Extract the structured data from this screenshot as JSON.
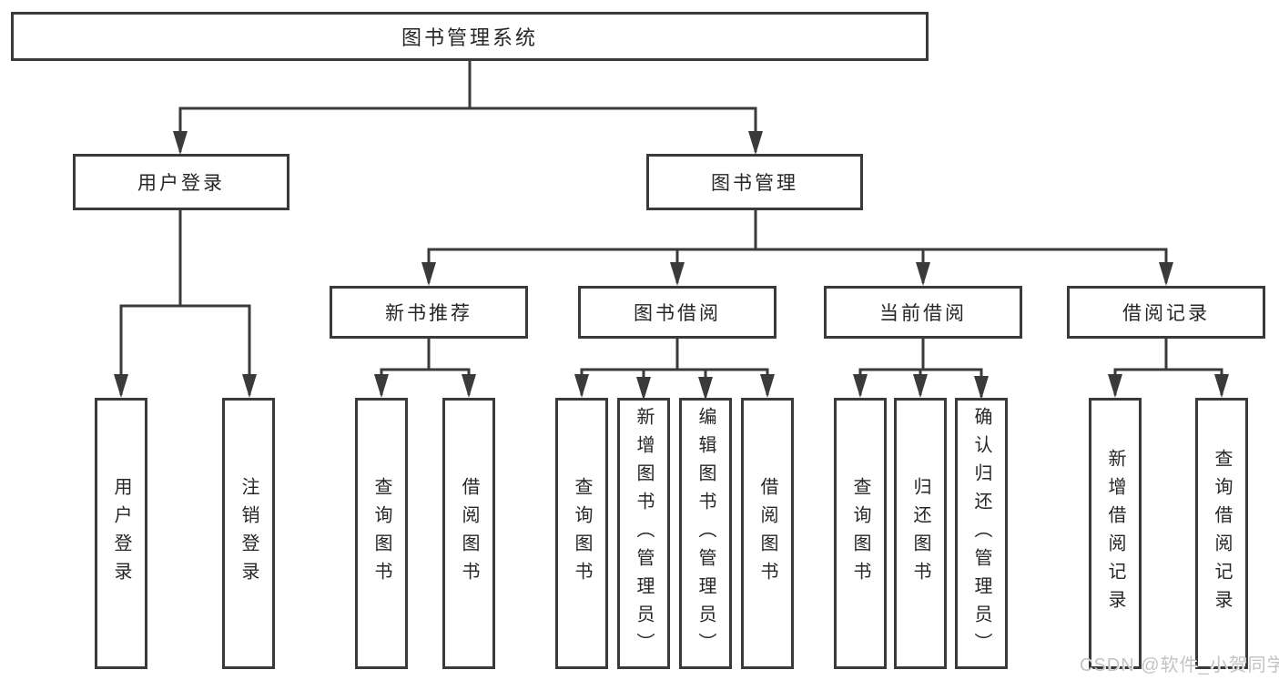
{
  "diagram": {
    "title_node": {
      "label": "图书管理系统"
    },
    "branches": [
      {
        "label": "用户登录",
        "children": [
          {
            "label": "用户登录"
          },
          {
            "label": "注销登录"
          }
        ]
      },
      {
        "label": "图书管理",
        "children": [
          {
            "label": "新书推荐",
            "children": [
              {
                "label": "查询图书"
              },
              {
                "label": "借阅图书"
              }
            ]
          },
          {
            "label": "图书借阅",
            "children": [
              {
                "label": "查询图书"
              },
              {
                "label": "新增图书（管理员）"
              },
              {
                "label": "编辑图书（管理员）"
              },
              {
                "label": "借阅图书"
              }
            ]
          },
          {
            "label": "当前借阅",
            "children": [
              {
                "label": "查询图书"
              },
              {
                "label": "归还图书"
              },
              {
                "label": "确认归还（管理员）"
              }
            ]
          },
          {
            "label": "借阅记录",
            "children": [
              {
                "label": "新增借阅记录"
              },
              {
                "label": "查询借阅记录"
              }
            ]
          }
        ]
      }
    ],
    "colors": {
      "line": "#3a3a3a",
      "text": "#262626",
      "background": "#ffffff",
      "watermark": "#c3c3c3"
    },
    "watermark": "CSDN @软件_小贺同学"
  }
}
